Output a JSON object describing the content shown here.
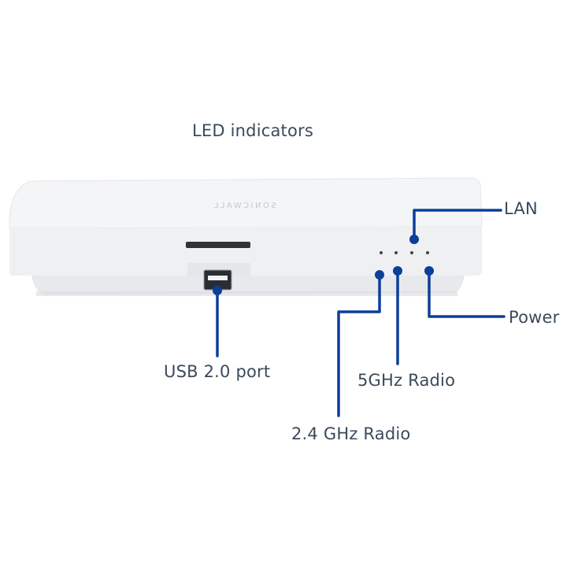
{
  "title": "LED indicators",
  "brand_text": "SONICWALL",
  "callouts": {
    "lan": "LAN",
    "power": "Power",
    "usb": "USB 2.0 port",
    "radio_5g": "5GHz Radio",
    "radio_24g": "2.4 GHz Radio"
  },
  "colors": {
    "leader_line": "#0c3e9a",
    "label_text": "#3a4a5c",
    "device_body": "#f3f4f6"
  }
}
